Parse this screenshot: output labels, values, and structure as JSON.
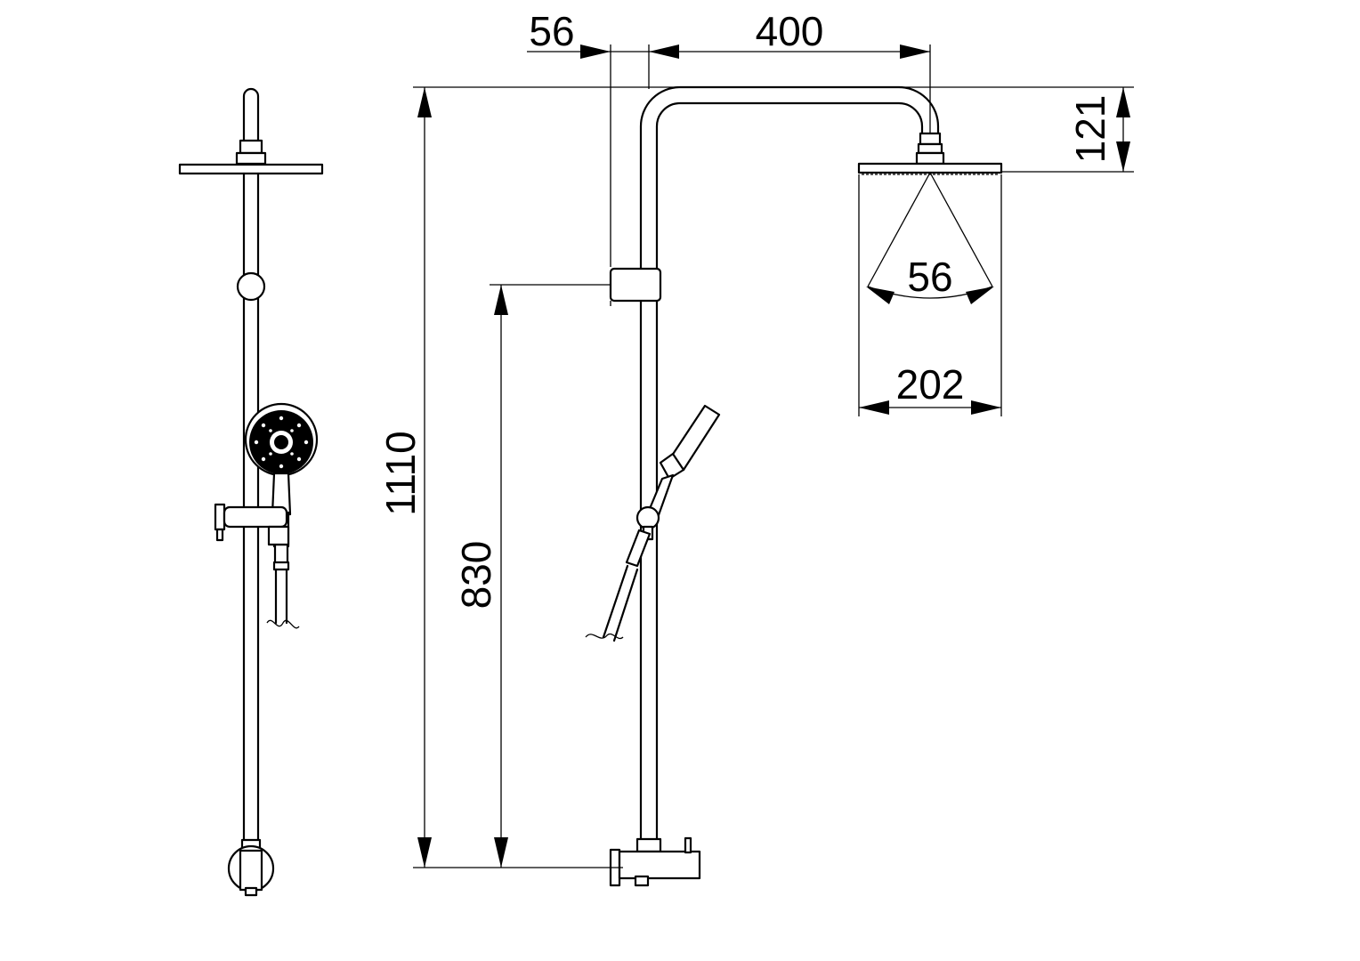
{
  "drawing": {
    "dimensions": {
      "arm_offset": "56",
      "arm_length": "400",
      "head_height": "121",
      "spray_angle": "56",
      "head_width": "202",
      "total_height": "1110",
      "holder_height": "830"
    }
  }
}
